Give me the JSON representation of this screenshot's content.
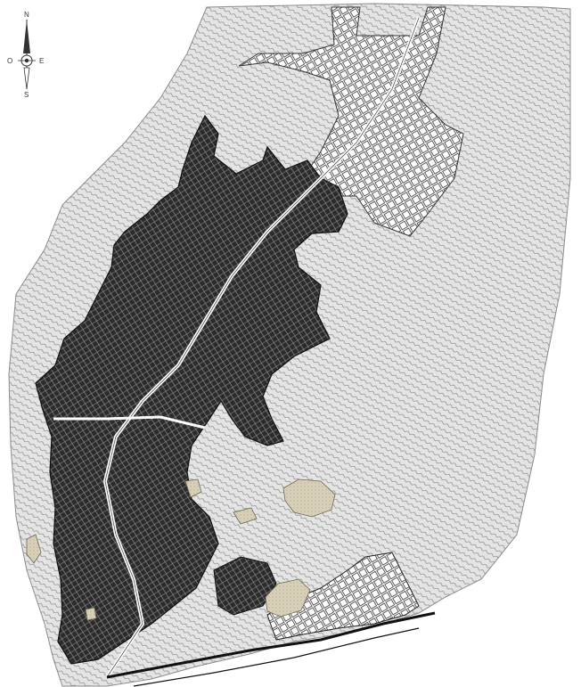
{
  "map": {
    "compass": {
      "north": "N",
      "south": "S",
      "east": "E",
      "west": "O"
    },
    "colors": {
      "background": "#ffffff",
      "terrain_fill": "#e4e4e4",
      "contour_line": "#8c8c8c",
      "urban_dense": "#2b2b2b",
      "street_light": "#e8e8e8",
      "road": "#ffffff",
      "sand_patch": "#d8cfb8",
      "coast_line": "#111111"
    }
  }
}
